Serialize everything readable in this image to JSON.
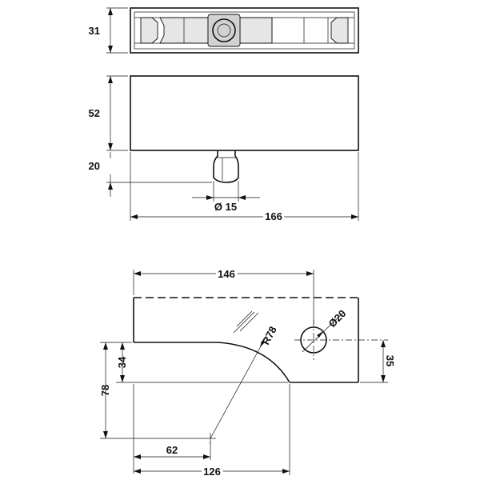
{
  "dimensions": {
    "top_height": "31",
    "front_height": "52",
    "pin_height": "20",
    "pin_diameter": "Ø 15",
    "overall_width": "166",
    "bottom_width": "146",
    "hole_diameter": "Ø20",
    "radius": "R78",
    "notch_height": "34",
    "plate_height": "78",
    "hole_offset": "35",
    "center_offset": "62",
    "notch_length": "126"
  }
}
